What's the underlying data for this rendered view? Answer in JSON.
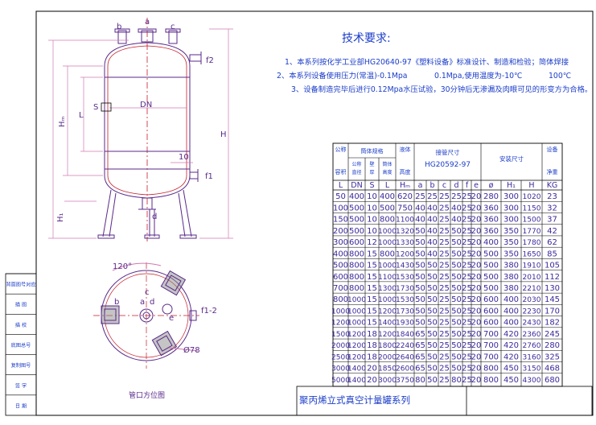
{
  "requirements": {
    "title": "技术要求:",
    "line1": "1、本系列按化学工业部HG20640-97《塑料设备》标准设计、制造和检验；简体焊接",
    "line2_a": "2、本系列设备使用压力(常温)-0.1Mpa",
    "line2_b": "0.1Mpa,使用温度为-10℃",
    "line2_c": "100℃",
    "line3": "3、设备制造完毕后进行0.12Mpa水压试验，30分钟后无渗漏及肉眼可见的形变方为合格。"
  },
  "vessel_labels": {
    "a": "a",
    "b": "b",
    "c": "c",
    "f2": "f2",
    "f1": "f1",
    "d": "d",
    "S": "S",
    "DN": "DN",
    "Hm": "Hₘ",
    "L": "L",
    "H": "H",
    "H1": "H₁",
    "ten": "10"
  },
  "plan_view": {
    "angle": "120°",
    "a": "a",
    "b": "b",
    "c": "c",
    "d": "d",
    "e": "e",
    "f12": "f1-2",
    "phi78": "Ø78",
    "caption": "管口方位图"
  },
  "title_block": {
    "rows": [
      "背面图号对应",
      "描  图",
      "描  校",
      "底图总号",
      "复制图号",
      "签  字",
      "日  期"
    ],
    "drawing_title": "聚丙烯立式真空计量罐系列"
  },
  "table": {
    "head1": {
      "spec": "公称",
      "shell": "筒体规格",
      "volume_unit": "容积",
      "shell_dia": "公称直径",
      "shell_thk": "壁厚",
      "shell_h": "筒体高度",
      "liquid": "液体",
      "liquid_h": "高度",
      "nozzle": "接管尺寸",
      "nozzle_std": "HG20592-97",
      "install": "安装尺寸",
      "equip": "设备",
      "weight": "净重"
    },
    "units": [
      "L",
      "DN",
      "S",
      "L",
      "Hₘ",
      "a",
      "b",
      "c",
      "d",
      "f",
      "e",
      "ø",
      "H₁",
      "H",
      "KG"
    ],
    "rows": [
      [
        "50",
        "400",
        "10",
        "400",
        "620",
        "25",
        "25",
        "25",
        "25",
        "25",
        "20",
        "280",
        "300",
        "1020",
        "23"
      ],
      [
        "100",
        "500",
        "10",
        "500",
        "750",
        "40",
        "40",
        "25",
        "40",
        "25",
        "20",
        "360",
        "300",
        "1150",
        "32"
      ],
      [
        "150",
        "500",
        "10",
        "800",
        "1100",
        "40",
        "40",
        "25",
        "40",
        "25",
        "20",
        "360",
        "300",
        "1500",
        "37"
      ],
      [
        "200",
        "500",
        "10",
        "1000",
        "1320",
        "50",
        "40",
        "25",
        "50",
        "25",
        "20",
        "360",
        "350",
        "1770",
        "42"
      ],
      [
        "300",
        "600",
        "12",
        "1000",
        "1330",
        "50",
        "40",
        "25",
        "50",
        "25",
        "20",
        "400",
        "350",
        "1780",
        "62"
      ],
      [
        "400",
        "800",
        "15",
        "800",
        "1200",
        "50",
        "40",
        "25",
        "50",
        "25",
        "20",
        "500",
        "350",
        "1650",
        "85"
      ],
      [
        "500",
        "800",
        "15",
        "1000",
        "1430",
        "50",
        "50",
        "25",
        "50",
        "25",
        "20",
        "500",
        "380",
        "1910",
        "105"
      ],
      [
        "600",
        "800",
        "15",
        "1100",
        "1530",
        "50",
        "50",
        "25",
        "50",
        "25",
        "20",
        "500",
        "380",
        "2010",
        "112"
      ],
      [
        "700",
        "800",
        "15",
        "1300",
        "1730",
        "50",
        "50",
        "25",
        "50",
        "25",
        "20",
        "500",
        "380",
        "2210",
        "130"
      ],
      [
        "800",
        "1000",
        "15",
        "1000",
        "1530",
        "50",
        "50",
        "25",
        "50",
        "25",
        "20",
        "600",
        "400",
        "2030",
        "145"
      ],
      [
        "1000",
        "1000",
        "15",
        "1200",
        "1730",
        "50",
        "50",
        "25",
        "50",
        "25",
        "20",
        "600",
        "400",
        "2230",
        "170"
      ],
      [
        "1200",
        "1000",
        "15",
        "1400",
        "1930",
        "50",
        "50",
        "25",
        "50",
        "25",
        "20",
        "600",
        "400",
        "2430",
        "182"
      ],
      [
        "1500",
        "1200",
        "18",
        "1200",
        "1840",
        "65",
        "50",
        "25",
        "50",
        "25",
        "20",
        "700",
        "420",
        "2360",
        "245"
      ],
      [
        "2000",
        "1200",
        "18",
        "1800",
        "2240",
        "65",
        "50",
        "25",
        "50",
        "25",
        "20",
        "700",
        "420",
        "2760",
        "280"
      ],
      [
        "2500",
        "1200",
        "18",
        "2000",
        "2640",
        "65",
        "50",
        "25",
        "50",
        "25",
        "20",
        "700",
        "420",
        "3160",
        "325"
      ],
      [
        "3000",
        "1400",
        "20",
        "1850",
        "2600",
        "65",
        "50",
        "25",
        "50",
        "25",
        "20",
        "800",
        "450",
        "3150",
        "468"
      ],
      [
        "5000",
        "1400",
        "20",
        "3000",
        "3750",
        "80",
        "50",
        "25",
        "80",
        "25",
        "20",
        "800",
        "450",
        "4300",
        "680"
      ]
    ]
  },
  "colors": {
    "frame": "#000000",
    "drawing": "#5a2a8a",
    "dims": "#d07ab0",
    "red": "#c41e2a",
    "text_blue": "#1a3cc8",
    "table_text": "#3a2a9a",
    "gray_fill": "#8c8c8c"
  }
}
